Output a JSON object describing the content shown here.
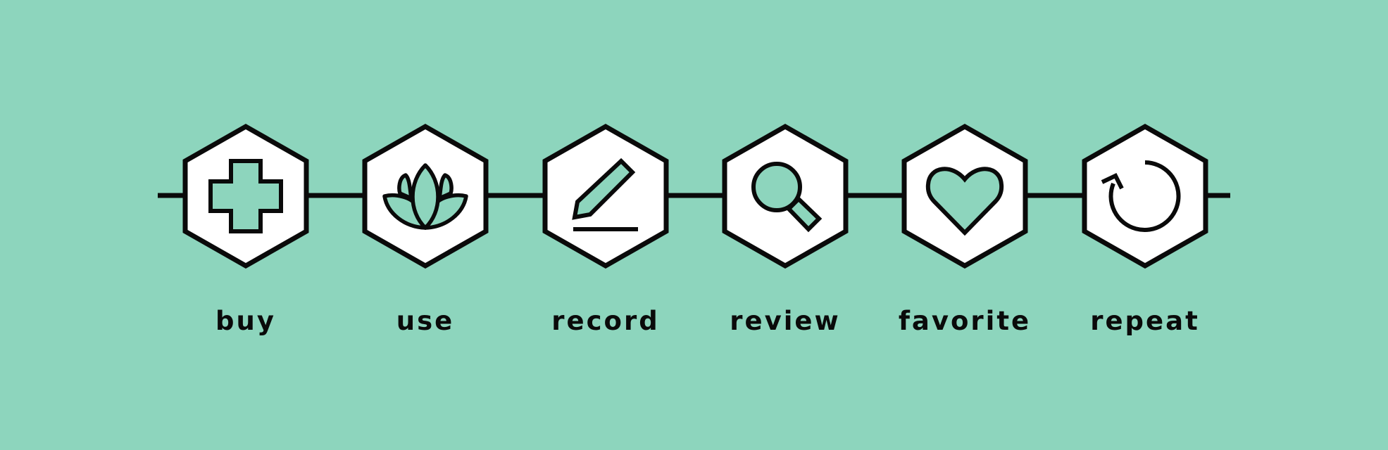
{
  "colors": {
    "background": "#8dd5bd",
    "hexagon_fill": "#ffffff",
    "icon_fill": "#8dd5bd",
    "stroke": "#0a0a0a"
  },
  "steps": [
    {
      "label": "buy",
      "icon": "plus-cross-icon"
    },
    {
      "label": "use",
      "icon": "cannabis-flower-icon"
    },
    {
      "label": "record",
      "icon": "pencil-icon"
    },
    {
      "label": "review",
      "icon": "magnifier-icon"
    },
    {
      "label": "favorite",
      "icon": "heart-icon"
    },
    {
      "label": "repeat",
      "icon": "repeat-arrow-icon"
    }
  ]
}
